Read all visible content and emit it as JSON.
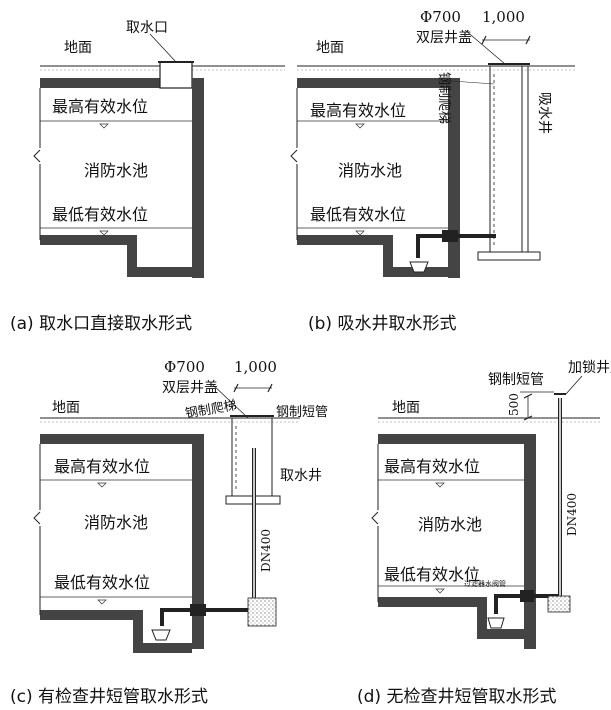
{
  "panel_a": {
    "caption": "(a) 取水口直接取水形式",
    "ground": "地面",
    "intake": "取水口",
    "max_level": "最高有效水位",
    "tank": "消防水池",
    "min_level": "最低有效水位"
  },
  "panel_b": {
    "caption": "(b) 吸水井取水形式",
    "ground": "地面",
    "manhole_dia": "Φ700",
    "manhole_cover": "双层井盖",
    "dim": "1,000",
    "ladder": "钢制爬梯",
    "well": "吸水井",
    "max_level": "最高有效水位",
    "tank": "消防水池",
    "min_level": "最低有效水位"
  },
  "panel_c": {
    "caption": "(c) 有检查井短管取水形式",
    "ground": "地面",
    "manhole_dia": "Φ700",
    "manhole_cover": "双层井盖",
    "dim": "1,000",
    "ladder": "钢制爬梯",
    "pipe": "钢制短管",
    "well": "取水井",
    "dn": "DN400",
    "max_level": "最高有效水位",
    "tank": "消防水池",
    "min_level": "最低有效水位"
  },
  "panel_d": {
    "caption": "(d) 无检查井短管取水形式",
    "ground": "地面",
    "pipe": "钢制短管",
    "lock_cover": "加锁井盖",
    "dim": "500",
    "dn": "DN400",
    "small_note": "过滤器水阀管",
    "max_level": "最高有效水位",
    "tank": "消防水池",
    "min_level": "最低有效水位"
  }
}
